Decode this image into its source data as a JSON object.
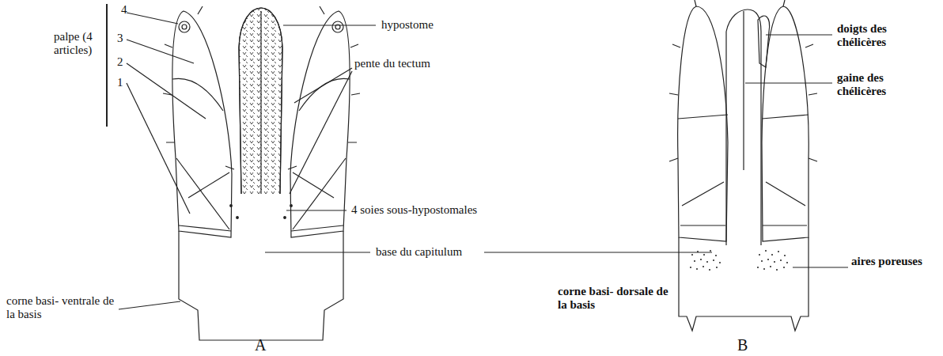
{
  "diagram": {
    "labels": [
      "palpe (4 articles)",
      "4",
      "3",
      "2",
      "1",
      "hypostome",
      "pente du tectum",
      "4 soies sous-hypostomales",
      "base du capitulum",
      "corne basi- ventrale de la basis",
      "A",
      "doigts des chélicères",
      "gaine des chélicères",
      "aires poreuses",
      "corne basi- dorsale de la basis",
      "B"
    ]
  }
}
